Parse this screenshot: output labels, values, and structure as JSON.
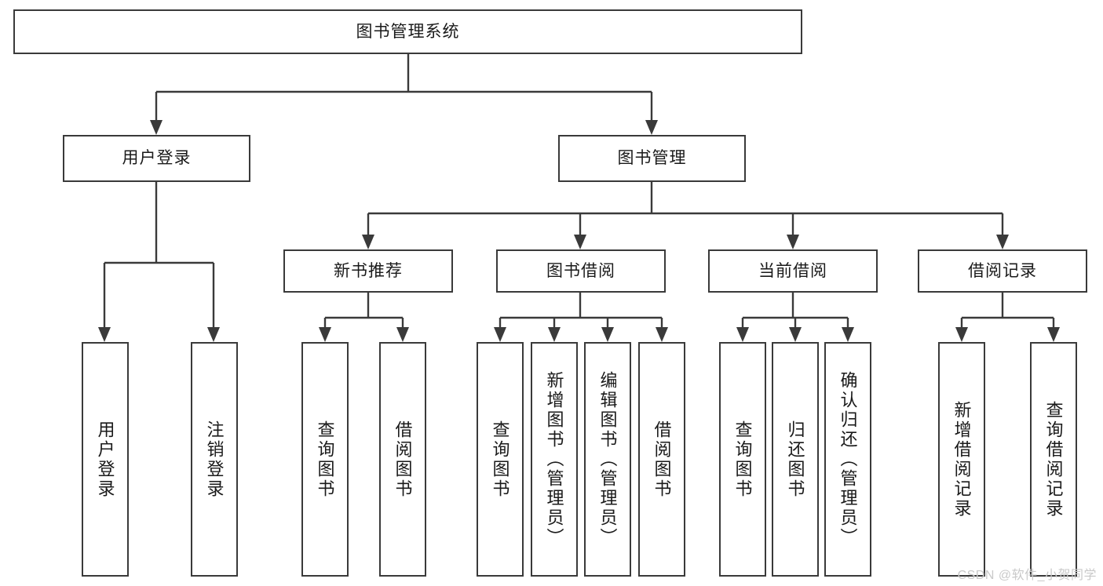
{
  "diagram": {
    "title": "图书管理系统",
    "type": "hierarchy-tree",
    "watermark": "CSDN @软件_小贺同学",
    "colors": {
      "stroke": "#3a3a3a",
      "box_fill": "#ffffff",
      "text": "#1a1a1a",
      "watermark": "#c9c9c9"
    },
    "nodes": {
      "root": "图书管理系统",
      "level2": {
        "user_login": "用户登录",
        "book_manage": "图书管理"
      },
      "level3": {
        "new_book_recommend": "新书推荐",
        "book_borrow": "图书借阅",
        "current_borrow": "当前借阅",
        "borrow_record": "借阅记录"
      },
      "leaves": {
        "user_login_1": "用户登录",
        "user_login_2": "注销登录",
        "recommend_1": "查询图书",
        "recommend_2": "借阅图书",
        "borrow_1": "查询图书",
        "borrow_2": "新增图书（管理员）",
        "borrow_3": "编辑图书（管理员）",
        "borrow_4": "借阅图书",
        "current_1": "查询图书",
        "current_2": "归还图书",
        "current_3": "确认归还（管理员）",
        "record_1": "新增借阅记录",
        "record_2": "查询借阅记录"
      }
    }
  }
}
